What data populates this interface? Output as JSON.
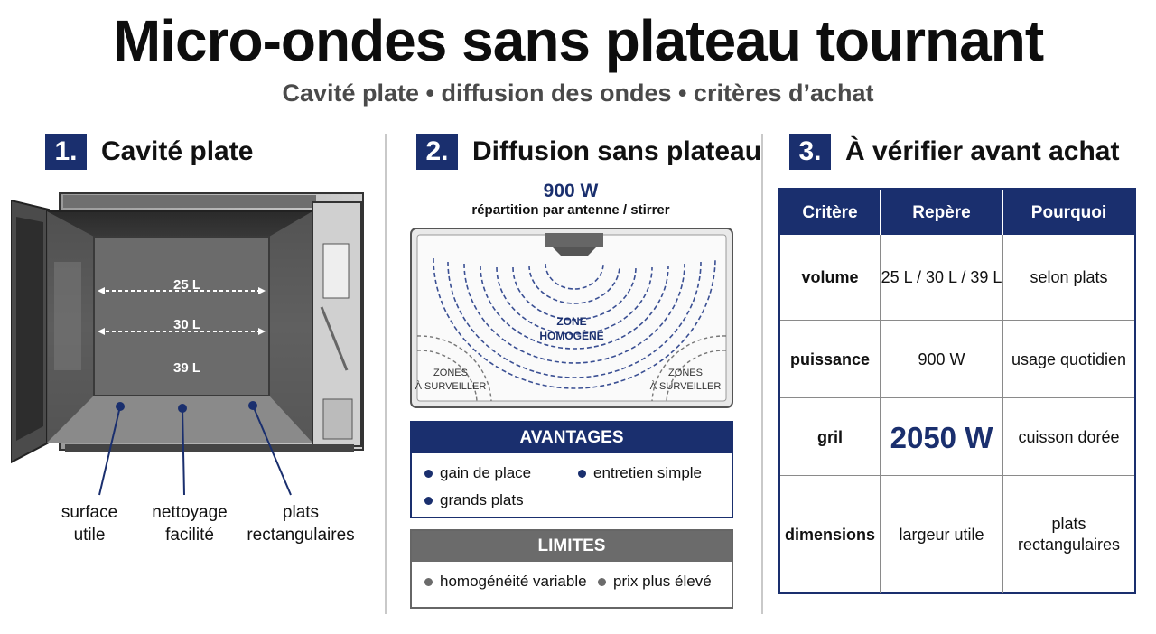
{
  "title": "Micro-ondes sans plateau tournant",
  "subtitle": "Cavité plate • diffusion des ondes • critères d’achat",
  "sections": [
    {
      "num": "1.",
      "title": "Cavité plate"
    },
    {
      "num": "2.",
      "title": "Diffusion sans plateau"
    },
    {
      "num": "3.",
      "title": "À vérifier avant achat"
    }
  ],
  "cavity": {
    "capacities": [
      "25 L",
      "30 L",
      "39 L"
    ],
    "labels": [
      {
        "line1": "surface",
        "line2": "utile"
      },
      {
        "line1": "nettoyage",
        "line2": "facilité"
      },
      {
        "line1": "plats",
        "line2": "rectangulaires"
      }
    ]
  },
  "diffusion": {
    "power": "900 W",
    "power_sub": "répartition par antenne / stirrer",
    "zone_center": [
      "ZONE",
      "HOMOGÈNE"
    ],
    "zone_corner": [
      "ZONES",
      "À SURVEILLER"
    ]
  },
  "advantages": {
    "title": "AVANTAGES",
    "items": [
      "gain de place",
      "entretien simple",
      "grands plats"
    ]
  },
  "limits": {
    "title": "LIMITES",
    "items": [
      "homogénéité variable",
      "prix plus élevé"
    ]
  },
  "table": {
    "headers": [
      "Critère",
      "Repère",
      "Pourquoi"
    ],
    "rows": [
      {
        "critere": "volume",
        "repere": "25 L / 30 L / 39 L",
        "pourquoi": [
          "selon plats"
        ]
      },
      {
        "critere": "puissance",
        "repere": "900 W",
        "pourquoi": [
          "usage quotidien"
        ]
      },
      {
        "critere": "gril",
        "repere": "2050 W",
        "pourquoi": [
          "cuisson dorée"
        ]
      },
      {
        "critere": "dimensions",
        "repere": "largeur utile",
        "pourquoi": [
          "plats",
          "rectangulaires"
        ]
      }
    ]
  },
  "colors": {
    "accent": "#1a2f6e",
    "limits": "#6b6b6b",
    "wave": "#3a4f93"
  }
}
